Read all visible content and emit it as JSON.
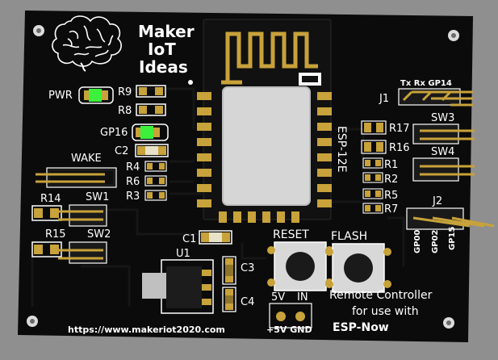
{
  "board": {
    "brand": [
      "Maker",
      "IoT",
      "Ideas"
    ],
    "module_label": "ESP-12E",
    "url": "https://www.makeriot2020.com",
    "footer": [
      "Remote Controller",
      "for use with",
      "ESP-Now"
    ],
    "power_labels": [
      "5V",
      "IN"
    ],
    "power_pins": "+5V GND"
  },
  "leds": {
    "pwr": "PWR",
    "gp16": "GP16",
    "color": "#3cf03c"
  },
  "resistors": {
    "r9": "R9",
    "r8": "R8",
    "r4": "R4",
    "r6": "R6",
    "r3": "R3",
    "r14": "R14",
    "r15": "R15",
    "r17": "R17",
    "r16": "R16",
    "r1": "R1",
    "r2": "R2",
    "r5": "R5",
    "r7": "R7"
  },
  "capacitors": {
    "c1": "C1",
    "c2": "C2",
    "c3": "C3",
    "c4": "C4"
  },
  "regulator": "U1",
  "switches": {
    "wake": "WAKE",
    "sw1": "SW1",
    "sw2": "SW2",
    "sw3": "SW3",
    "sw4": "SW4",
    "reset": "RESET",
    "flash": "FLASH"
  },
  "headers": {
    "j1": "J1",
    "j1_pins": "Tx Rx GP14",
    "j2": "J2",
    "j2_pins": [
      "GP00",
      "GP02",
      "GP15"
    ]
  },
  "colors": {
    "board": "#0b0b0b",
    "silkscreen": "#ffffff",
    "gold": "#c8a23a",
    "shield": "#d4d4d4",
    "led": "#3cf03c"
  }
}
